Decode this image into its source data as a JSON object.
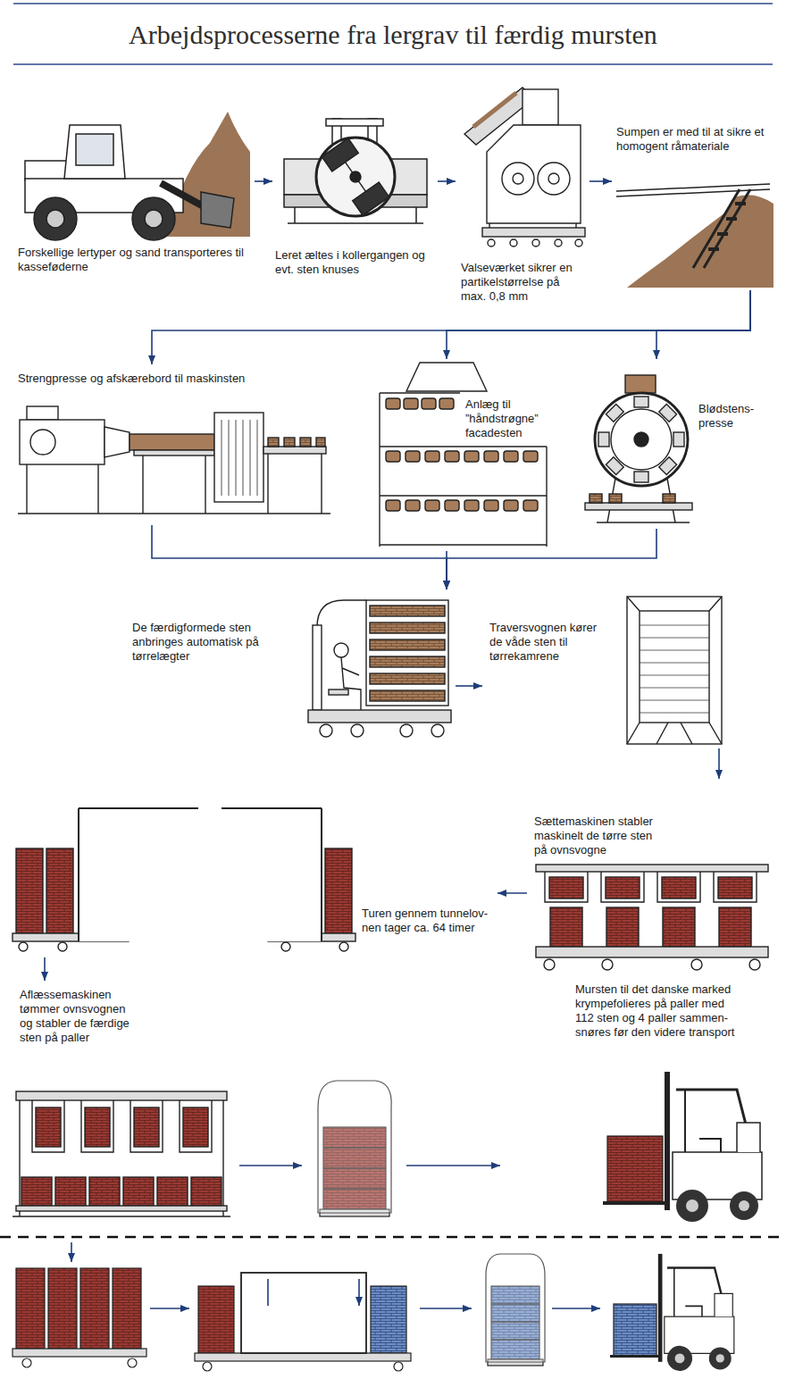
{
  "diagram": {
    "title": "Arbejdsprocesserne fra lergrav til færdig mursten",
    "nodes": [
      {
        "text": [
          "Forskellige lertyper og sand transporteres til kasseføderne"
        ]
      },
      {
        "text": [
          "Leret æltes i kollergangen og evt. sten knuses"
        ]
      },
      {
        "text": [
          "Valseværket sikrer en partikelstørrelse på max. 0,8 mm"
        ]
      },
      {
        "text": [
          "Sumpen er med til at sikre et homogent råmateriale"
        ]
      },
      {
        "text": [
          "Strengpresse og afskærebord til maskinsten"
        ]
      },
      {
        "text": [
          "Anlæg til ”håndstrøgne” facadesten"
        ]
      },
      {
        "text": [
          "Blødstens- presse"
        ]
      },
      {
        "text": [
          "De færdigformede sten anbringes automatisk på tørrelægter"
        ]
      },
      {
        "text": [
          "Traversvognen kører de våde sten til tørrekamrene"
        ]
      },
      {
        "text": [
          "Sættemaskinen stabler maskinelt de tørre sten på ovnsvogne"
        ]
      },
      {
        "text": [
          "Turen gennem tunnelov- nen tager ca. 64 timer"
        ]
      },
      {
        "text": [
          "Aflæssemaskinen tømmer ovnsvognen og stabler de færdige sten på paller"
        ]
      },
      {
        "text": [
          "Mursten til det danske marked krympefolieres på paller med 112 sten og 4 paller sammen- snøres før den videre transport"
        ]
      }
    ],
    "edges": [
      {
        "from": 0,
        "to": 1,
        "arrow": "to"
      },
      {
        "from": 1,
        "to": 2,
        "arrow": "to"
      },
      {
        "from": 2,
        "to": 3,
        "arrow": "to"
      },
      {
        "from": 3,
        "to": 4,
        "arrow": "to"
      },
      {
        "from": 3,
        "to": 5,
        "arrow": "to"
      },
      {
        "from": 3,
        "to": 6,
        "arrow": "to"
      },
      {
        "from": 4,
        "to": 7,
        "arrow": "to"
      },
      {
        "from": 5,
        "to": 7,
        "arrow": "to"
      },
      {
        "from": 6,
        "to": 7,
        "arrow": "to"
      },
      {
        "from": 7,
        "to": 8,
        "arrow": "to"
      },
      {
        "from": 8,
        "to": 9,
        "arrow": "to"
      },
      {
        "from": 9,
        "to": 10,
        "arrow": "to"
      },
      {
        "from": 10,
        "to": 11,
        "arrow": "to"
      }
    ]
  }
}
